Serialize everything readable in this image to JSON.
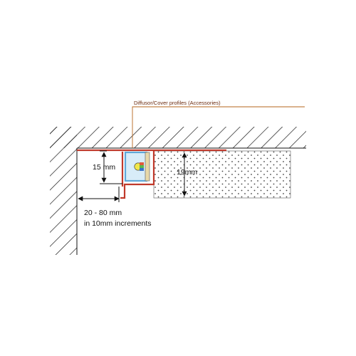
{
  "callout_label": "Diffusor/Cover profiles (Accessories)",
  "dim_15": "15 mm",
  "dim_19": "19mm",
  "dim_width_line1": "20 - 80 mm",
  "dim_width_line2": "in 10mm increments",
  "colors": {
    "hatch": "#1a1a1a",
    "profile": "#c0392b",
    "callout": "#b5651d",
    "led_housing": "#5fa8d8",
    "board_dots": "#444444"
  }
}
